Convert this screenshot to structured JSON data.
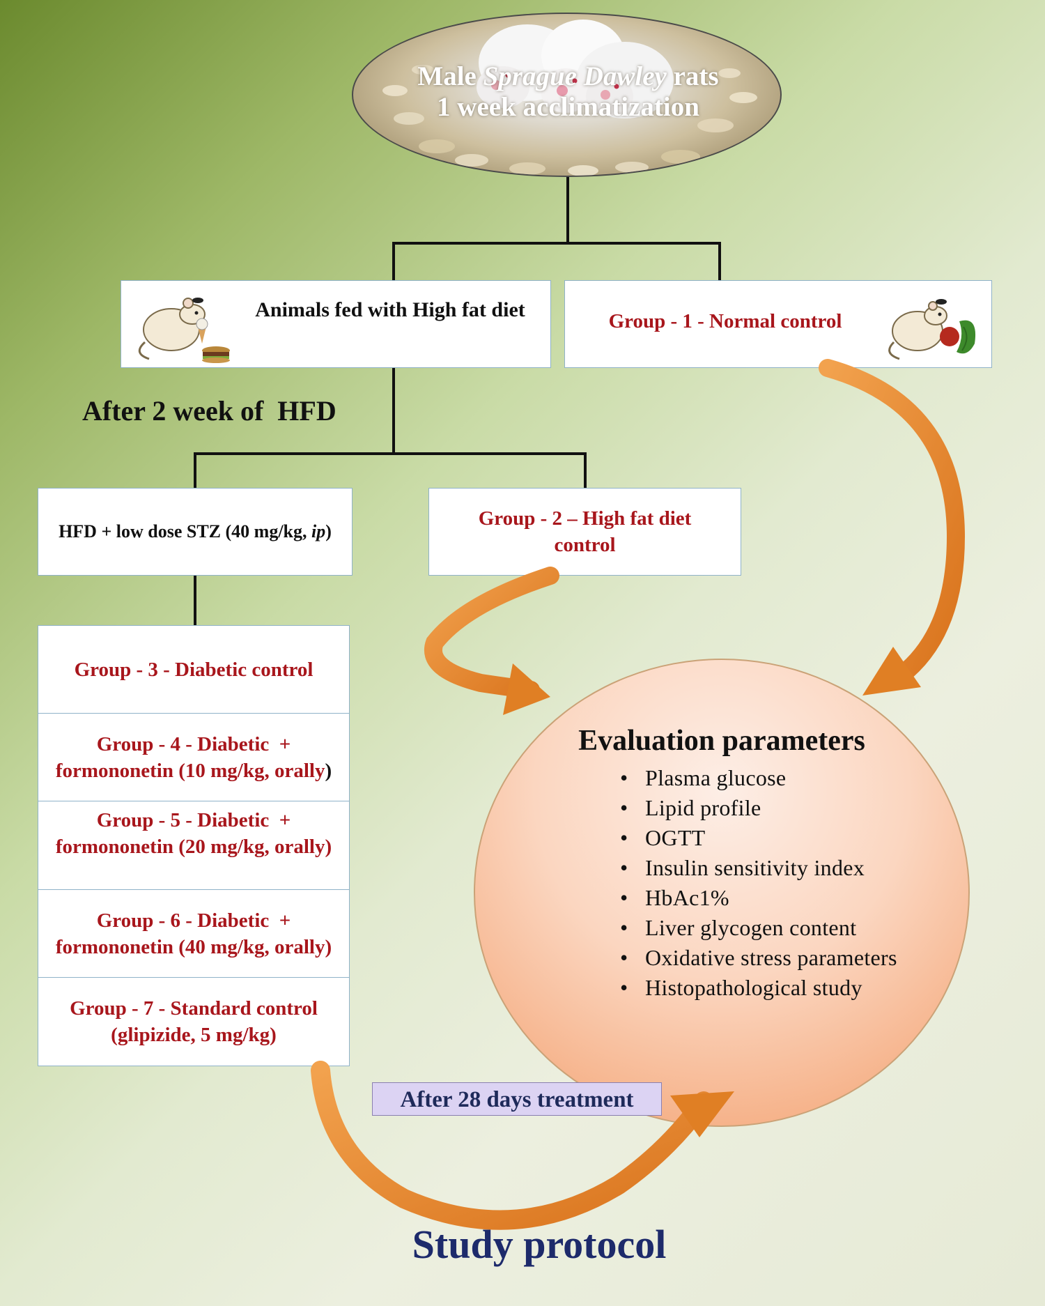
{
  "top": {
    "line1_prefix": "Male ",
    "line1_italic": "Sprague Dawley",
    "line1_suffix": " rats",
    "line2": "1 week acclimatization"
  },
  "hfd_box": {
    "text": "Animals fed with High fat diet"
  },
  "group1": {
    "text": "Group - 1 - Normal control"
  },
  "after_hfd": "After 2 week of  HFD",
  "stz_box": {
    "prefix": "HFD + low dose STZ (40 mg/kg, ",
    "italic": "ip",
    "suffix": ")"
  },
  "group2": {
    "text": "Group - 2 – High fat diet control"
  },
  "groups": [
    {
      "text": "Group - 3 - Diabetic control"
    },
    {
      "line1": "Group - 4 - Diabetic  +",
      "line2": "formononetin (10 mg/kg, orally",
      "tail": ")"
    },
    {
      "line1": "Group - 5 - Diabetic  +",
      "line2": "formononetin (20 mg/kg, orally)"
    },
    {
      "line1": "Group - 6 - Diabetic  +",
      "line2": "formononetin (40 mg/kg, orally)"
    },
    {
      "line1": "Group - 7 - Standard control",
      "line2": "(glipizide, 5 mg/kg)"
    }
  ],
  "evaluation": {
    "title": "Evaluation parameters",
    "items": [
      "Plasma glucose",
      "Lipid profile",
      "OGTT",
      "Insulin sensitivity index",
      "HbAc1%",
      "Liver glycogen content",
      "Oxidative stress parameters",
      "Histopathological study"
    ]
  },
  "treatment_label": "After 28 days treatment",
  "footer_title": "Study protocol",
  "colors": {
    "group_text": "#a8161c",
    "arrow": "#e8892e",
    "footer": "#1d2a6b",
    "treatment_bg": "#dcd3f3"
  }
}
